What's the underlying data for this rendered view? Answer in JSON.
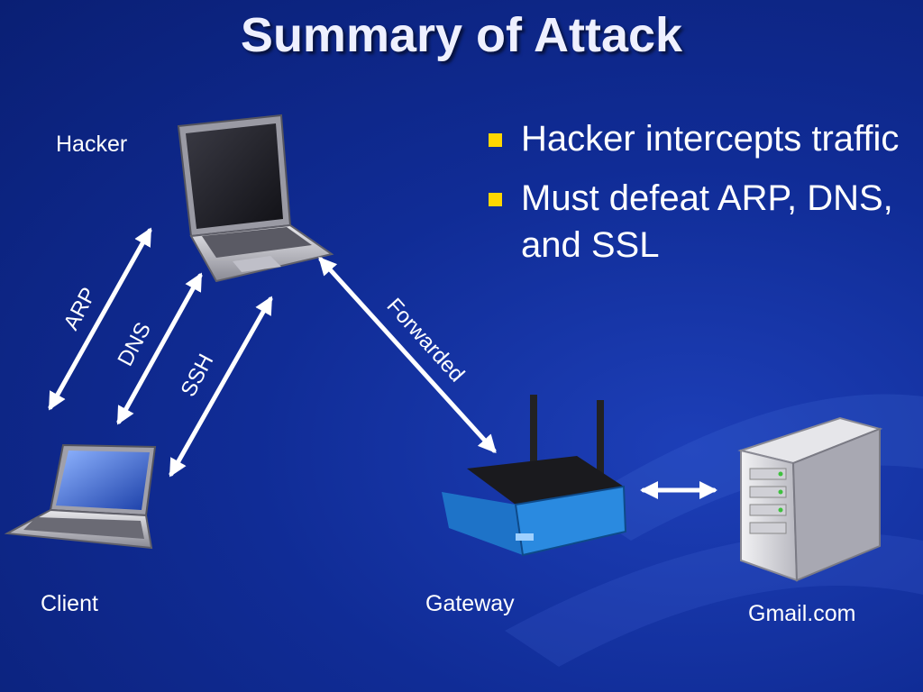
{
  "slide": {
    "title": "Summary of Attack",
    "bullets": [
      "Hacker intercepts traffic",
      "Must defeat ARP, DNS, and SSL"
    ]
  },
  "nodes": {
    "hacker": "Hacker",
    "client": "Client",
    "gateway": "Gateway",
    "gmail": "Gmail.com"
  },
  "connections": {
    "arp": "ARP",
    "dns": "DNS",
    "ssh": "SSH",
    "forwarded": "Forwarded"
  },
  "colors": {
    "background": "#102c96",
    "bullet": "#ffd700",
    "arrow": "#ffffff"
  }
}
